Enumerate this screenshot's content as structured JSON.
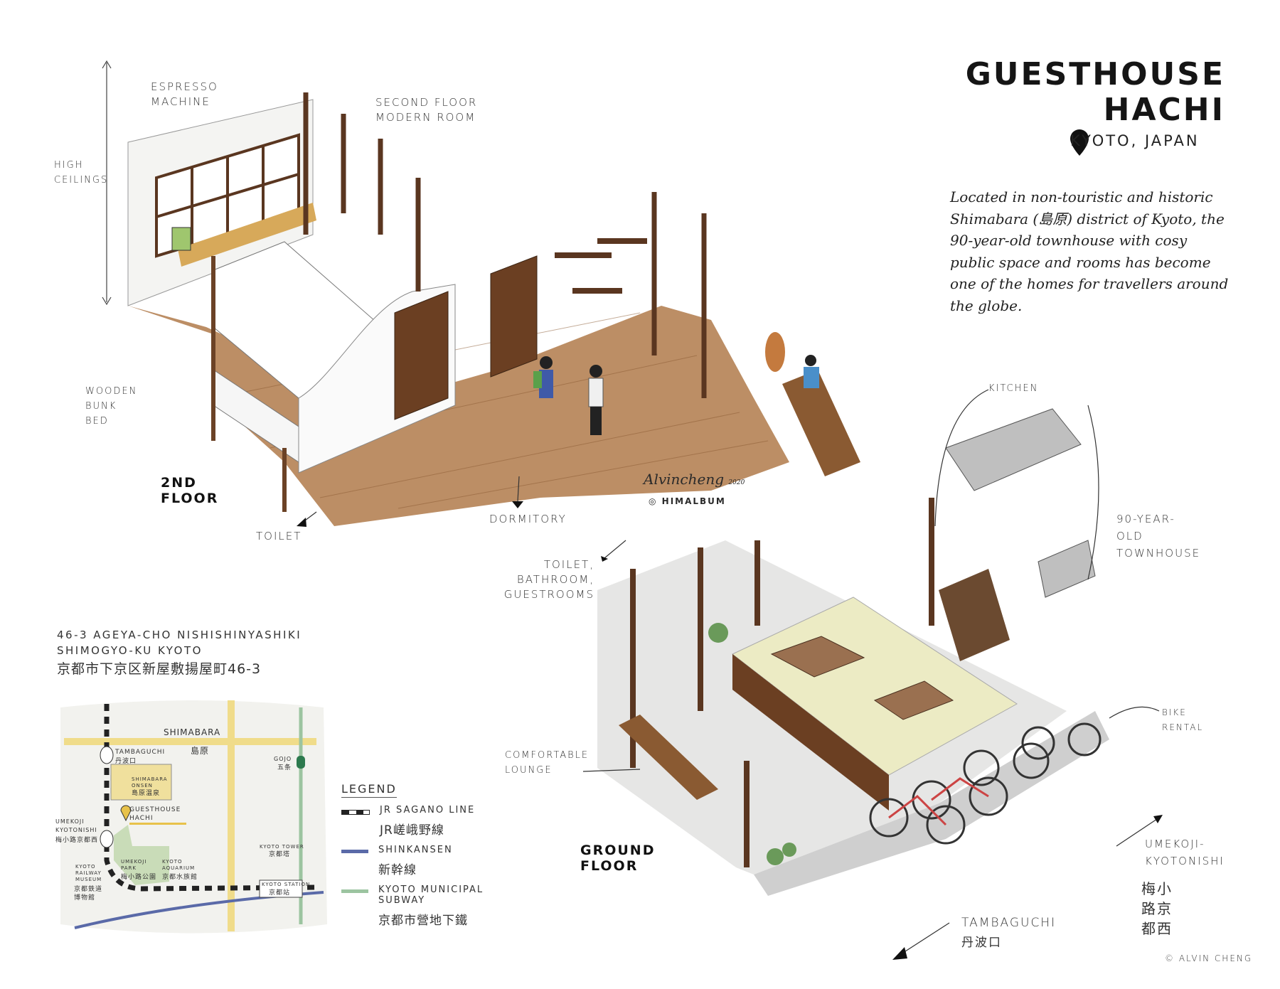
{
  "header": {
    "title_line1": "GUESTHOUSE",
    "title_line2": "HACHI",
    "location": "KYOTO, JAPAN",
    "location_icon": "map-pin-icon",
    "description": "Located in non-touristic and historic Shimabara (島原) district of Kyoto, the 90-year-old townhouse with cosy public space and rooms has become one of the homes for travellers around the globe."
  },
  "second_floor": {
    "floor_label_1": "2ND",
    "floor_label_2": "FLOOR",
    "labels": {
      "espresso": "Espresso machine",
      "modern_room": "Second floor modern room",
      "high_ceilings": "High ceilings",
      "bunk_bed": "Wooden bunk bed",
      "toilet": "Toilet",
      "dormitory": "Dormitory"
    }
  },
  "signature": {
    "name": "Alvincheng",
    "year": "2020",
    "instagram": "HIMALBUM"
  },
  "ground_floor": {
    "floor_label_1": "GROUND",
    "floor_label_2": "FLOOR",
    "labels": {
      "kitchen": "Kitchen",
      "townhouse": "90-year-old townhouse",
      "toilet_bath": "Toilet, bathroom, guestrooms",
      "lounge": "Comfortable lounge",
      "bike_rental": "Bike rental",
      "umekoji": "Umekoji-Kyotonishi",
      "umekoji_jp": "梅小路京都西",
      "tambaguchi": "Tambaguchi",
      "tambaguchi_jp": "丹波口"
    }
  },
  "address": {
    "line1": "46-3 AGEYA-CHO NISHISHINYASHIKI",
    "line2": "SHIMOGYO-KU KYOTO",
    "line_jp": "京都市下京区新屋敷揚屋町46-3"
  },
  "map": {
    "shimabara": "SHIMABARA",
    "shimabara_jp": "島原",
    "tambaguchi": "TAMBAGUCHI",
    "tambaguchi_jp": "丹波口",
    "onsen": "SHIMABARA ONSEN",
    "onsen_jp": "島原温泉",
    "guesthouse": "GUESTHOUSE HACHI",
    "umekoji": "UMEKOJI KYOTONISHI",
    "umekoji_jp": "梅小路京都西",
    "gojo": "GOJO",
    "gojo_jp": "五条",
    "museum": "KYOTO RAILWAY MUSEUM",
    "museum_jp": "京都鉄道博物館",
    "park": "UMEKOJI PARK",
    "park_jp": "梅小路公園",
    "aquarium": "KYOTO AQUARIUM",
    "aquarium_jp": "京都水族館",
    "tower": "KYOTO TOWER",
    "tower_jp": "京都塔",
    "station": "KYOTO STATION",
    "station_jp": "京都站"
  },
  "legend": {
    "title": "LEGEND",
    "items": [
      {
        "en": "JR SAGANO LINE",
        "jp": "JR嵯峨野線",
        "color": "#222222"
      },
      {
        "en": "SHINKANSEN",
        "jp": "新幹線",
        "color": "#5a6aa8"
      },
      {
        "en": "KYOTO MUNICIPAL SUBWAY",
        "jp": "京都市營地下鐵",
        "color": "#9cc4a0"
      }
    ]
  },
  "copyright": "© ALVIN CHENG",
  "colors": {
    "wood": "#a8703f",
    "dark_wood": "#5a3620",
    "tatami": "#ecebc4",
    "map_bg": "#f2f2ee",
    "road": "#f0dc8a",
    "park": "#c9dcb8"
  }
}
